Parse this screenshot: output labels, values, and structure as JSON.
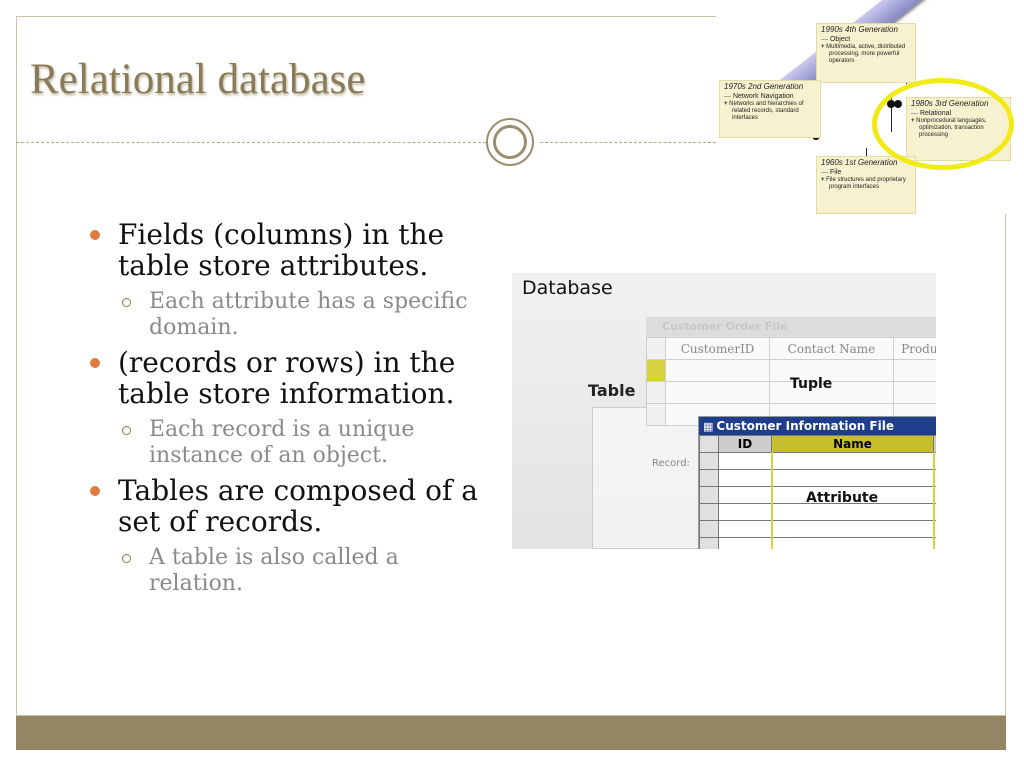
{
  "slide": {
    "title": "Relational database",
    "bullets": [
      {
        "text": "Fields (columns) in the table store attributes.",
        "sub": "Each attribute has a specific domain."
      },
      {
        "text": "(records or rows) in the table store information.",
        "sub": "Each record is a unique instance of an object."
      },
      {
        "text": "Tables are composed of a set of records.",
        "sub": "A table is also called a relation."
      }
    ]
  },
  "timeline": {
    "gen4": {
      "head": "1990s    4th Generation",
      "name": "Object",
      "desc": "Multimedia, active, distributed processing, more powerful operators"
    },
    "gen2": {
      "head": "1970s    2nd Generation",
      "name": "Network Navigation",
      "desc": "Networks and hierarchies of related records, standard interfaces"
    },
    "gen3": {
      "head": "1980s    3rd Generation",
      "name": "Relational",
      "desc": "Nonprocedural languages, optimization, transaction processing"
    },
    "gen1": {
      "head": "1960s    1st Generation",
      "name": "File",
      "desc": "File structures and proprietary program interfaces"
    }
  },
  "figure": {
    "database_label": "Database",
    "table_label": "Table",
    "order_title": "Customer Order File",
    "order_cols": [
      "CustomerID",
      "Contact Name",
      "Produ"
    ],
    "tuple_label": "Tuple",
    "records_label": "Record:",
    "info_title": "Customer Information File",
    "info_cols": [
      "ID",
      "Name"
    ],
    "attribute_label": "Attribute"
  },
  "colors": {
    "accent": "#8a7a58",
    "bullet": "#e07a3e",
    "footer": "#948665",
    "highlight": "#f2ea15"
  }
}
